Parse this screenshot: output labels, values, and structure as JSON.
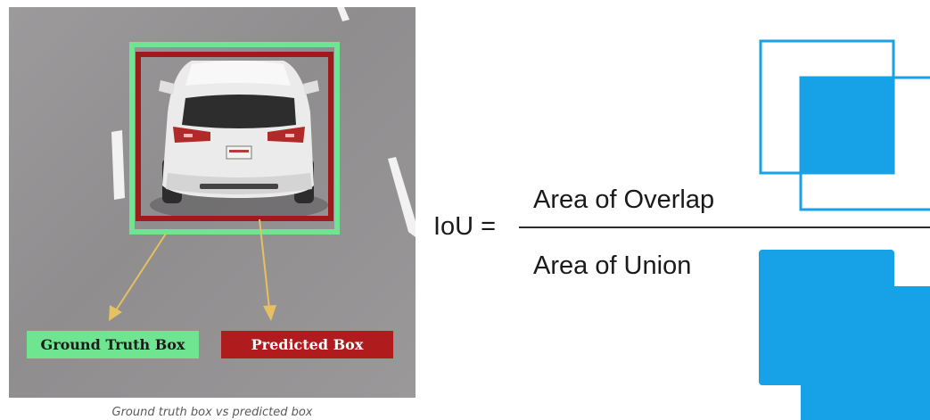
{
  "figure": {
    "labels": {
      "ground_truth": "Ground Truth Box",
      "predicted": "Predicted Box"
    },
    "caption": "Ground truth box vs predicted box"
  },
  "formula": {
    "lhs": "IoU =",
    "numerator": "Area of Overlap",
    "denominator": "Area of Union"
  },
  "colors": {
    "ground_truth_box": "#6fe591",
    "predicted_box": "#b01c1e",
    "arrow": "#e7c061",
    "iou_blue": "#17a1e6"
  },
  "icons": {
    "overlap": "overlap-squares-icon",
    "union": "union-squares-icon"
  }
}
